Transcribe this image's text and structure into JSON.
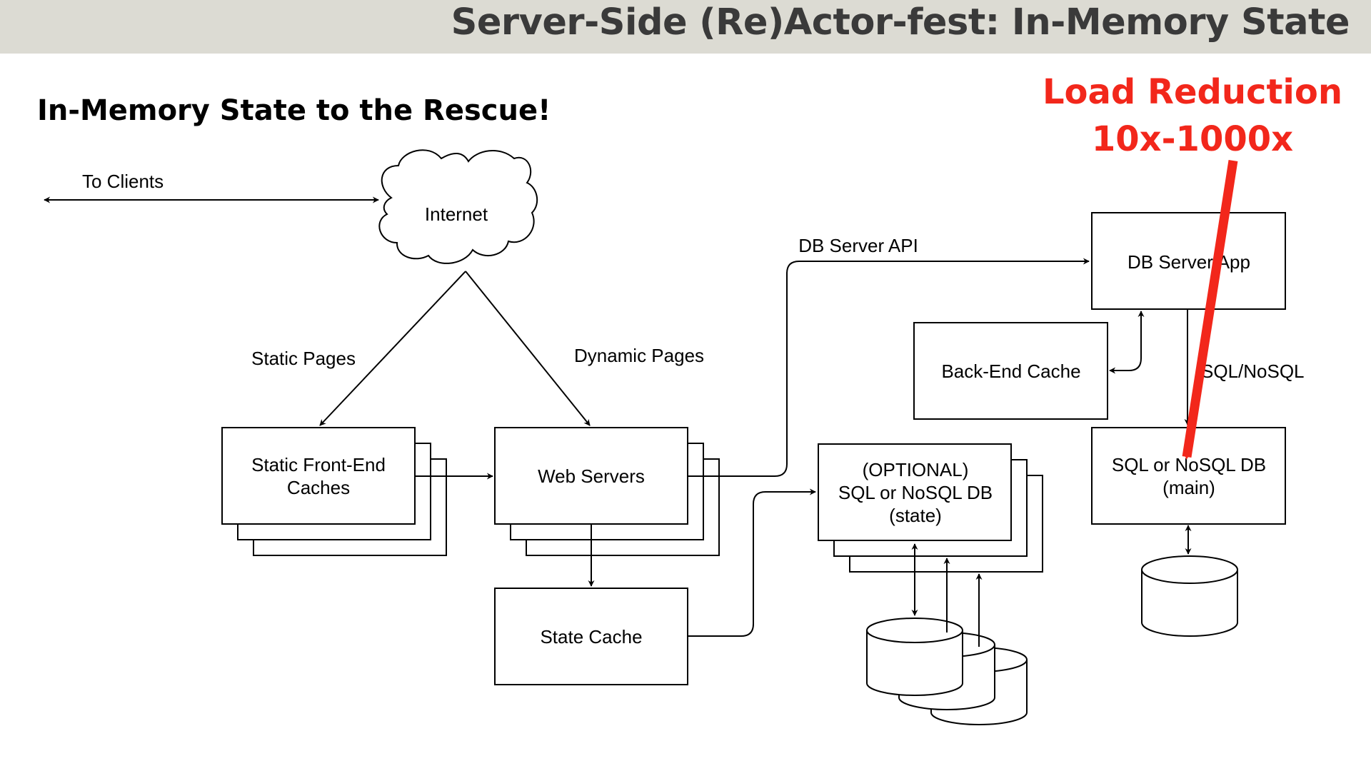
{
  "slide": {
    "title": "Server-Side (Re)Actor-fest: In-Memory State",
    "subtitle": "In-Memory State to the Rescue!"
  },
  "callout": {
    "line1": "Load Reduction",
    "line2": "10x-1000x",
    "color": "#f2271b"
  },
  "diagram": {
    "nodes": {
      "internet": "Internet",
      "static_caches": [
        "Static Front-End",
        "Caches"
      ],
      "web_servers": "Web Servers",
      "state_cache": "State Cache",
      "optional_db": [
        "(OPTIONAL)",
        "SQL or NoSQL DB",
        "(state)"
      ],
      "back_end_cache": "Back-End Cache",
      "db_server_app": "DB Server App",
      "main_db": [
        "SQL or NoSQL DB",
        "(main)"
      ]
    },
    "edges": {
      "to_clients": "To Clients",
      "static_pages": "Static Pages",
      "dynamic_pages": "Dynamic Pages",
      "db_server_api": "DB Server API",
      "sql_nosql": "SQL/NoSQL"
    }
  }
}
